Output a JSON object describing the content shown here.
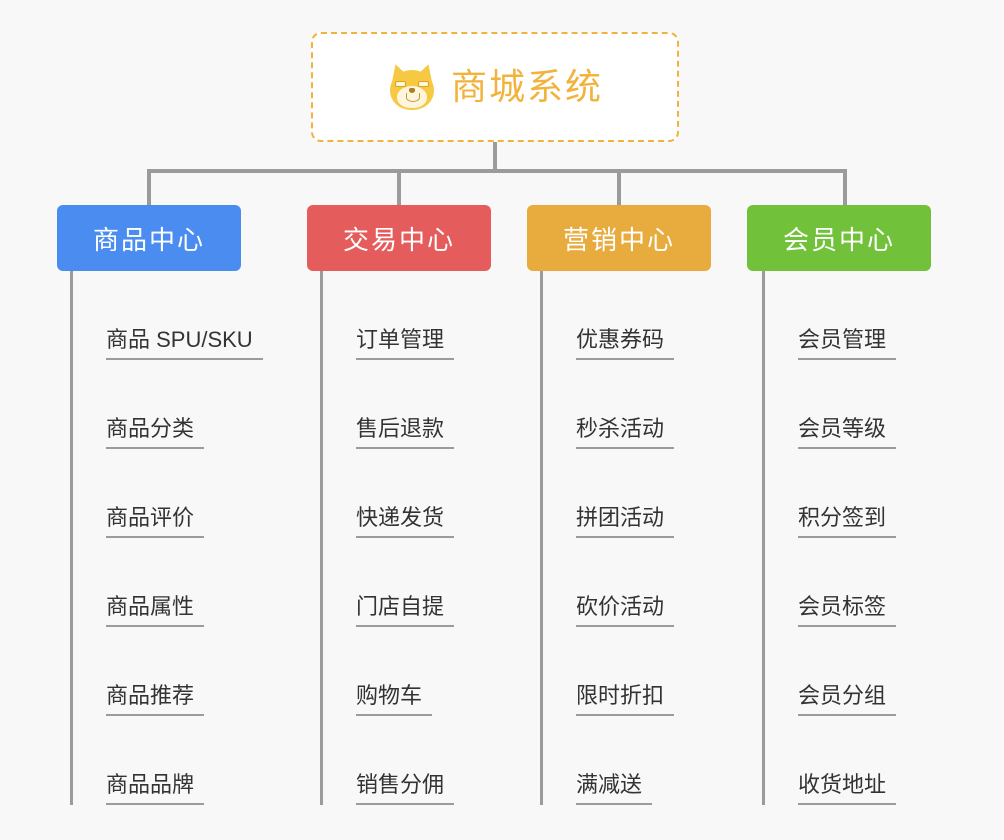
{
  "page": {
    "background_color": "#f8f8f8",
    "line_color": "#9b9b9b"
  },
  "root": {
    "title": "商城系统",
    "icon": "dog-face-icon",
    "text_color": "#f2b33d",
    "border_color": "#f2b33d",
    "background_color": "#ffffff"
  },
  "categories": [
    {
      "label": "商品中心",
      "color": "#4a8cf0",
      "items": [
        "商品 SPU/SKU",
        "商品分类",
        "商品评价",
        "商品属性",
        "商品推荐",
        "商品品牌"
      ]
    },
    {
      "label": "交易中心",
      "color": "#e55c5c",
      "items": [
        "订单管理",
        "售后退款",
        "快递发货",
        "门店自提",
        "购物车",
        "销售分佣"
      ]
    },
    {
      "label": "营销中心",
      "color": "#e8ab3d",
      "items": [
        "优惠券码",
        "秒杀活动",
        "拼团活动",
        "砍价活动",
        "限时折扣",
        "满减送"
      ]
    },
    {
      "label": "会员中心",
      "color": "#72c13b",
      "items": [
        "会员管理",
        "会员等级",
        "积分签到",
        "会员标签",
        "会员分组",
        "收货地址"
      ]
    }
  ]
}
